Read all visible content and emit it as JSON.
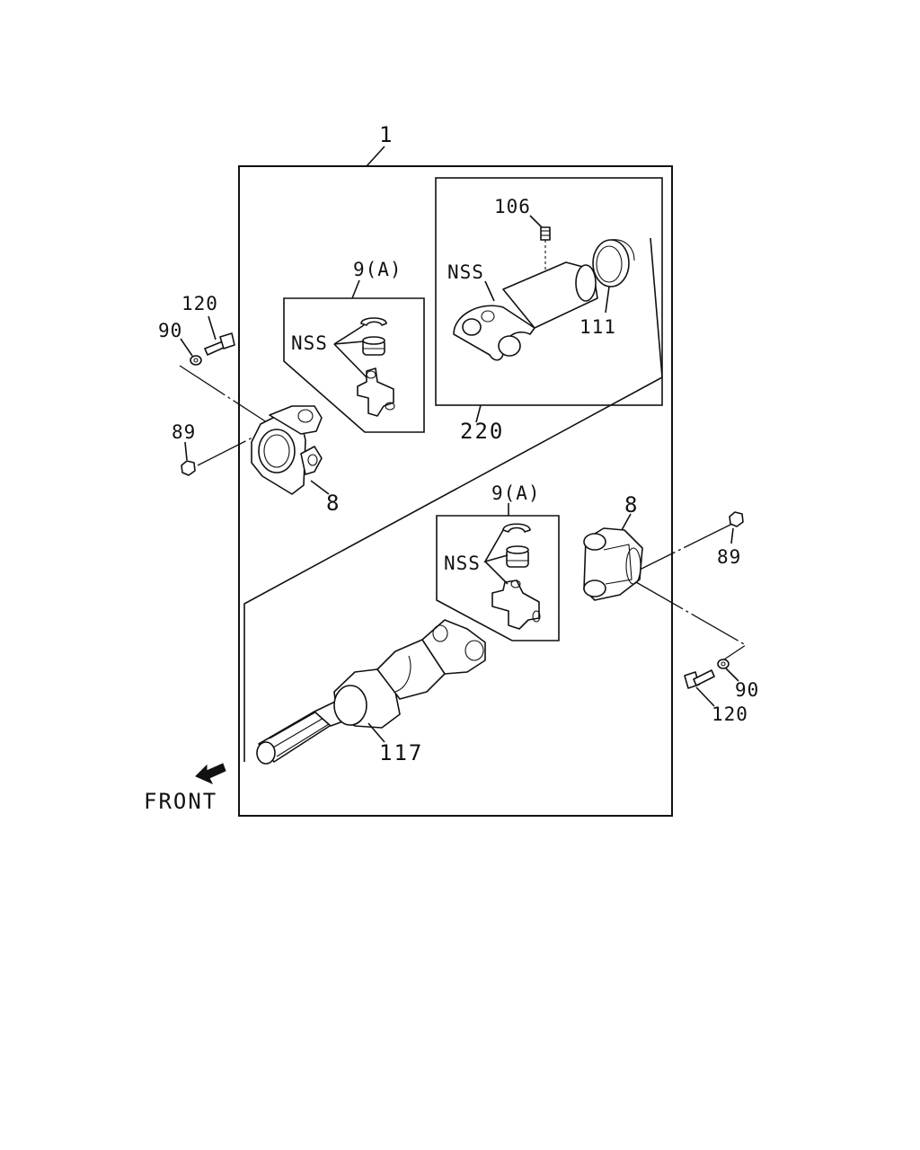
{
  "labels": {
    "assembly": "1",
    "cross_kit_upper": "9(A)",
    "cross_kit_lower": "9(A)",
    "nss_upper_kit": "NSS",
    "nss_lower_kit": "NSS",
    "nss_slip_yoke": "NSS",
    "grease_fitting": "106",
    "seal": "111",
    "slip_yoke_assy": "220",
    "bolt_left": "120",
    "washer_left": "90",
    "nut_left": "89",
    "flange_yoke_left": "8",
    "flange_yoke_right": "8",
    "nut_right": "89",
    "washer_right": "90",
    "bolt_right": "120",
    "shaft": "117",
    "front": "FRONT"
  }
}
